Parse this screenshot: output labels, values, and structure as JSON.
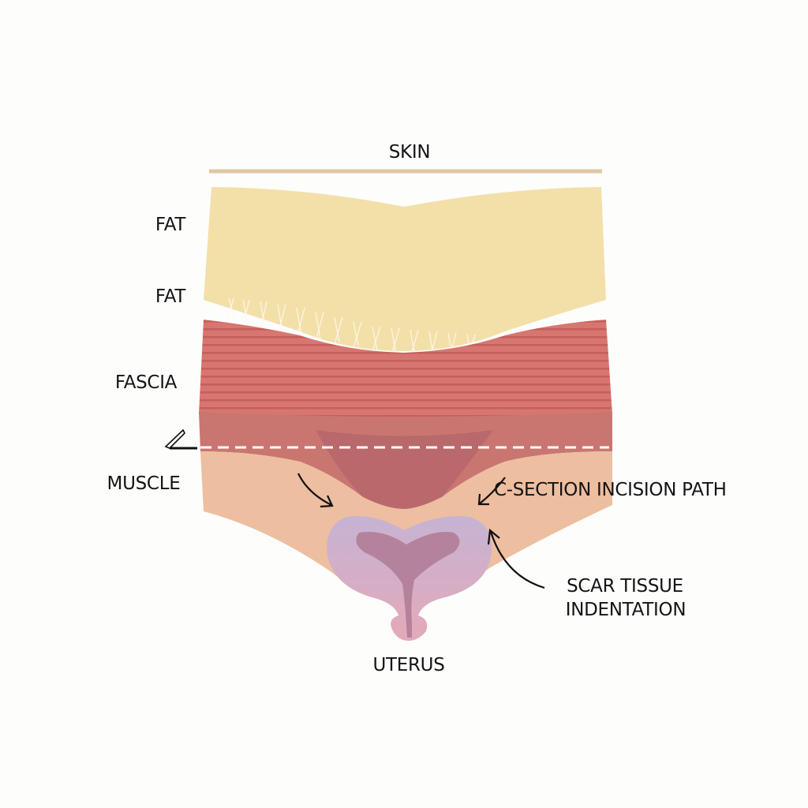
{
  "labels": {
    "skin": "SKIN",
    "fat_1": "FAT",
    "fat_2": "FAT",
    "fascia": "FASCIA",
    "muscle": "MUSCLE",
    "incision": "C-SECTION INCISION PATH",
    "scar_line1": "SCAR TISSUE",
    "scar_line2": "INDENTATION",
    "uterus": "UTERUS"
  },
  "colors": {
    "skin": "#e2c6a2",
    "fat": "#f3e0a9",
    "fascia": "#d77670",
    "fascia_stripe": "#c45f5b",
    "muscle": "#edbea0",
    "uterus_outer": "#c9b1d1",
    "uterus_inner": "#b5829c",
    "text": "#141414"
  }
}
